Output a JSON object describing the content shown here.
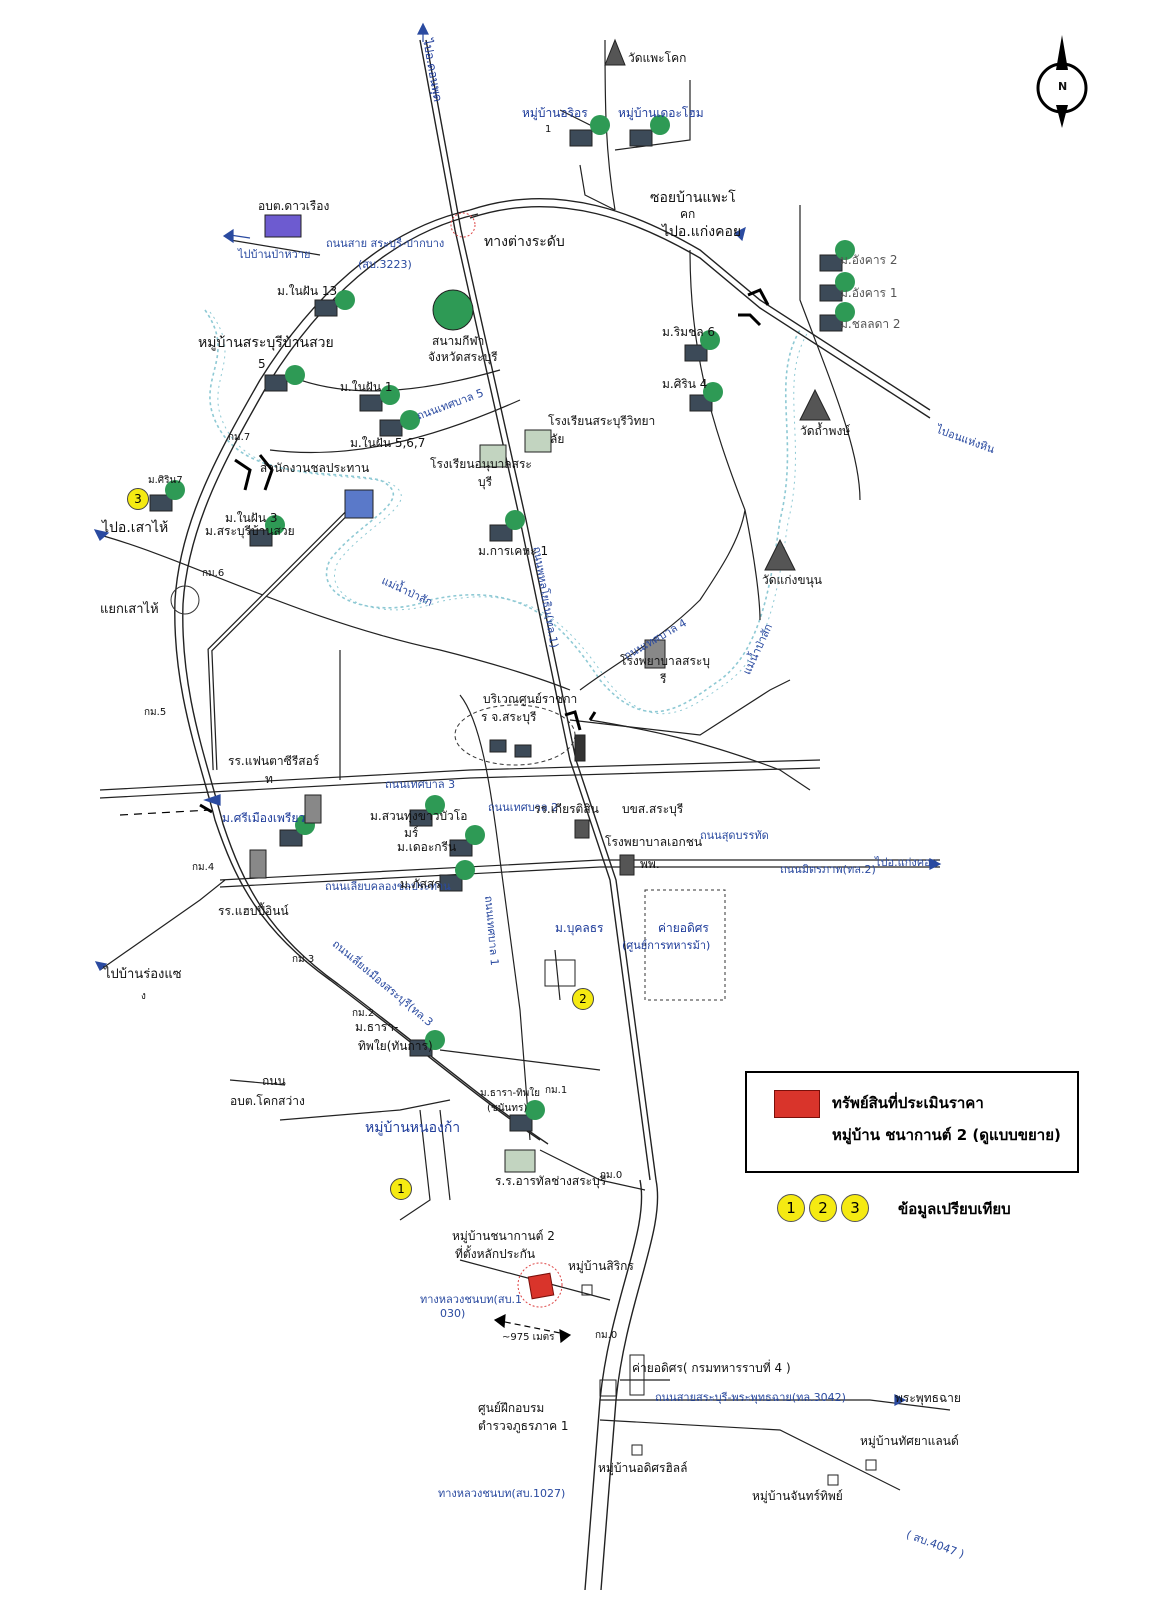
{
  "legend": {
    "swatch_color": "#d9342b",
    "line1": "ทรัพย์สินที่ประเมินราคา",
    "line2": "หมู่บ้าน ชนากานต์ 2  (ดูแบบขยาย)"
  },
  "comparison": {
    "markers": [
      "1",
      "2",
      "3"
    ],
    "label": "ข้อมูลเปรียบเทียบ",
    "marker_color": "#f5ea12"
  },
  "compass": {
    "letter": "N"
  },
  "directions": {
    "top": "ไปอ.ดอนพุด",
    "northeast": "ไปอ.แก่งคอย",
    "west": "ไปบ้านป่าหวาย",
    "left_mid": "ไปอ.เสาไห้",
    "left_lower": "ไปบ้านร่องแซ",
    "left_lower_suffix": "ง",
    "east_mid": "ไปอ.แก่งคอย",
    "east_bottom": "พระพุทธฉาย",
    "right_top": "ไปอนแห่งหิน"
  },
  "roads": {
    "by_pass_top": "ถนนสาย สระบุรี-ปากบาง",
    "by_pass_top_code": "(สบ.3223)",
    "interchange": "ทางต่างระดับ",
    "soi_phae": "ซอยบ้านแพะโ",
    "soi_phae2": "คก",
    "tessaban5": "ถนนเทศบาล 5",
    "tessaban4": "ถนนเทศบาล 4",
    "tessaban3": "ถนนเทศบาล 3",
    "tessaban2": "ถนนเทศบาล 2",
    "sut_banthat": "ถนนสุดบรรทัด",
    "mittraphap": "ถนนมิตรภาพ(ทล.2)",
    "bypass3": "ถนนเลี่ยงเมืองสระบุรี(ทล.3",
    "phahon": "ถนนพหลโยธิน(ทล.1)",
    "khlong_chonprathan": "ถนนเลียบคลองชลประทาน",
    "phra_phutthachai": "ถนนสายสระบุรี-พระพุทธฉาย(ทล.3042)",
    "highway_1030": "ทางหลวงชนบท(สบ.1",
    "highway_1030b": "030)",
    "highway_1027": "ทางหลวงชนบท(สบ.1027)",
    "highway_4047": "( สบ.4047 )",
    "dist": "~975 เมตร",
    "km7": "กม.7",
    "km6": "กม.6",
    "km5": "กม.5",
    "km4": "กม.4",
    "km3": "กม.3",
    "km2": "กม.2",
    "km1": "กม.1",
    "km0": "กม.0",
    "km0b": "กม.0"
  },
  "places": {
    "wat_phae_khok": "วัดแพะโคก",
    "mu_irin": "หมู่บ้านอริอร",
    "mu_irin_num": "1",
    "mu_the_home": "หมู่บ้านเดอะโฮม",
    "abt_dao_rueang": "อบต.ดาวเรือง",
    "m_nai_fan13": "ม.ในฝัน 13",
    "mu_saraburi_bansuai": "หมู่บ้านสระบุรีบ้านสวย",
    "mu_saraburi_bansuai_num": "5",
    "stadium1": "สนามกีฬา",
    "stadium2": "จังหวัดสระบุรี",
    "m_nai_fan1": "ม.ในฝัน 1",
    "m_nai_fan567": "ม.ในฝัน 5,6,7",
    "school_saraburi_witthaya": "โรงเรียนสระบุรีวิทยา",
    "school_saraburi_witthaya2": "ลัย",
    "school_anuban": "โรงเรียนอนุบาลสระ",
    "school_anuban2": "บุรี",
    "irrigation": "สำนักงานชลประทาน",
    "m_kaset": "ม.การเคหะ 1",
    "m_sirin7": "ม.ศิริน7",
    "m_nai_fan3": "ม.ในฝัน 3",
    "m_saraburi_banlao": "ม.สระบุรีบ้านสวย",
    "yaek_sao_hai": "แยกเสาไห้",
    "river1": "แม่น้ำป่าสัก",
    "river2": "แม่น้ำป่าสัก",
    "hospital": "โรงพยาบาลสระบุ",
    "hospital2": "รี",
    "gov_center": "บริเวณศูนย์ราชกา",
    "gov_center2": "ร จ.สระบุรี",
    "m_angkhara2": "ม.อังคาร 2",
    "m_angkhara1": "ม.อังคาร 1",
    "m_chonlada2": "ม.ชลลดา 2",
    "m_rimchon6": "ม.ริมชล 6",
    "m_sirin4": "ม.ศิริน 4",
    "wat_tham_phong": "วัดถ้ำพงษ์",
    "wat_kaeng_khanun": "วัดแก่งขนุน",
    "hotel_fantasy": "รร.แฟนตาซีรีสอร์",
    "hotel_fantasy2": "ท",
    "m_sri_mueang": "ม.ศรีเมืองเพรียว",
    "m_sirin_kao": "ม.สวนทุ่งขาวบัวโอ",
    "m_sirin_kao2": "มร์",
    "m_the_green": "ม.เดอะกรีน",
    "m_phattara": "ม.ภัสสร",
    "hotel_kiat": "รร.เกียรติสิน",
    "pks": "บขส.สระบุรี",
    "hospital_private": "โรงพยาบาลเอกชน",
    "pp": "พพ.",
    "camp_adisorn": "ค่ายอดิศร",
    "camp_adisorn2": "(ศูนย์การทหารม้า)",
    "m_bunklon": "ม.บุคลธร",
    "hotel_happy_inn": "รร.แฮปปี้อินน์",
    "m_thara": "ม.ธารา-",
    "m_thara2": "ทิพใย(ทันการ)",
    "abt_khok": "ถนน",
    "abt_khok2": "อบต.โคกสว่าง",
    "mu_nong_kao": "หมู่บ้านหนองก้า",
    "m_thara3": "ม.ธารา-ทิพใย",
    "m_thara4": "(ชนันทร)",
    "school_lan": "ร.ร.อารทัลช่างสระบุรี",
    "chanakan_label1": "หมู่บ้านชนากานต์ 2",
    "chanakan_label2": "ที่ตั้งหลักประกัน",
    "mu_sirikorn": "หมู่บ้านสิริกร",
    "camp2": "ค่ายอดิศร( กรมทหารราบที่ 4 )",
    "training1": "ศูนย์ฝึกอบรม",
    "training2": "ตำรวจภูธรภาค 1",
    "mu_adisorn_hill": "หมู่บ้านอดิศรฮิลล์",
    "mu_chan_thip": "หมู่บ้านจันทร์ทิพย์",
    "mu_thatsaya": "หมู่บ้านทัศยาแลนด์",
    "tessaban1": "ถนนเทศบาล 1"
  },
  "colors": {
    "road": "#222222",
    "river": "#8ec9d4",
    "village": "#3c4a58",
    "tree": "#2e9a55",
    "temple": "#555555",
    "subject": "#d9342b"
  }
}
